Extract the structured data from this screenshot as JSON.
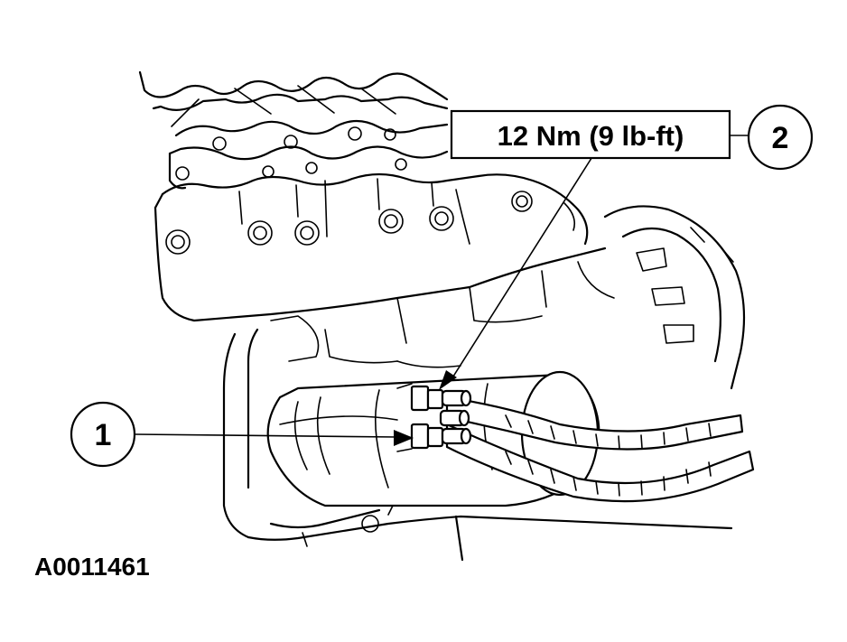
{
  "figure_id": "A0011461",
  "torque_spec": "12 Nm (9 lb-ft)",
  "callouts": [
    {
      "number": "1"
    },
    {
      "number": "2"
    }
  ]
}
